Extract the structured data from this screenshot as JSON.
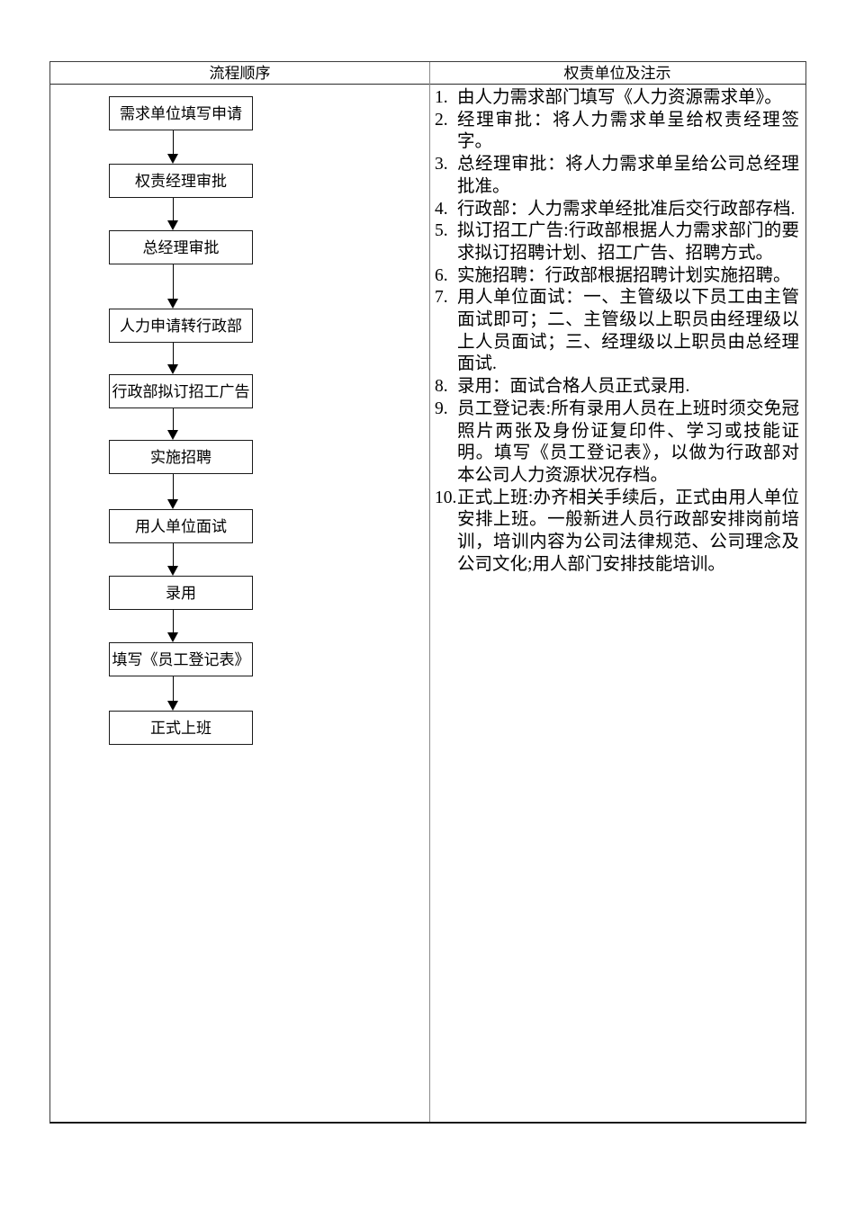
{
  "table": {
    "header_left": "流程顺序",
    "header_right": "权责单位及注示"
  },
  "flowchart": {
    "steps": [
      {
        "label": "需求单位填写申请"
      },
      {
        "label": "权责经理审批"
      },
      {
        "label": "总经理审批"
      },
      {
        "label": "人力申请转行政部"
      },
      {
        "label": "行政部拟订招工广告"
      },
      {
        "label": "实施招聘"
      },
      {
        "label": "用人单位面试"
      },
      {
        "label": "录用"
      },
      {
        "label": "填写《员工登记表》"
      },
      {
        "label": "正式上班"
      }
    ]
  },
  "notes": {
    "items": [
      {
        "number": "1.",
        "text": "由人力需求部门填写《人力资源需求单》。"
      },
      {
        "number": "2.",
        "text": "经理审批：将人力需求单呈给权责经理签字。"
      },
      {
        "number": "3.",
        "text": "总经理审批：将人力需求单呈给公司总经理批准。"
      },
      {
        "number": "4.",
        "text": "行政部：人力需求单经批准后交行政部存档."
      },
      {
        "number": "5.",
        "text": "拟订招工广告:行政部根据人力需求部门的要求拟订招聘计划、招工广告、招聘方式。"
      },
      {
        "number": "6.",
        "text": "实施招聘：行政部根据招聘计划实施招聘。"
      },
      {
        "number": "7.",
        "text": "用人单位面试：一、主管级以下员工由主管面试即可；二、主管级以上职员由经理级以上人员面试；三、经理级以上职员由总经理面试."
      },
      {
        "number": "8.",
        "text": "录用：面试合格人员正式录用."
      },
      {
        "number": "9.",
        "text": "员工登记表:所有录用人员在上班时须交免冠照片两张及身份证复印件、学习或技能证明。填写《员工登记表》，以做为行政部对本公司人力资源状况存档。"
      },
      {
        "number": "10.",
        "text": "正式上班:办齐相关手续后，正式由用人单位安排上班。一般新进人员行政部安排岗前培训，培训内容为公司法律规范、公司理念及公司文化;用人部门安排技能培训。"
      }
    ]
  },
  "colors": {
    "page_background": "#ffffff",
    "table_border": "#3c3c3c",
    "table_bottom_border": "#1a1a1a",
    "column_divider": "#8a8a8a",
    "box_border": "#1a1a1a",
    "arrow": "#000000",
    "text": "#000000"
  }
}
